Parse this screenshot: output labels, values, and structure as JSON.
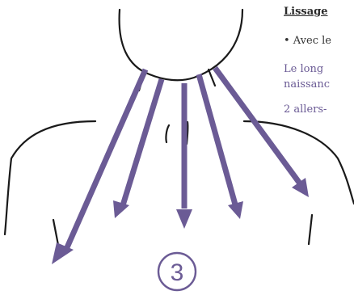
{
  "instructions": {
    "heading": "Lissage",
    "bullet": "• Avec le",
    "line1": "Le long",
    "line2": "naissanc",
    "repetitions": "2 allers-"
  },
  "illustration": {
    "step_number": "3",
    "arrow_color": "#6b5b95",
    "outline_color": "#1a1a1a"
  }
}
